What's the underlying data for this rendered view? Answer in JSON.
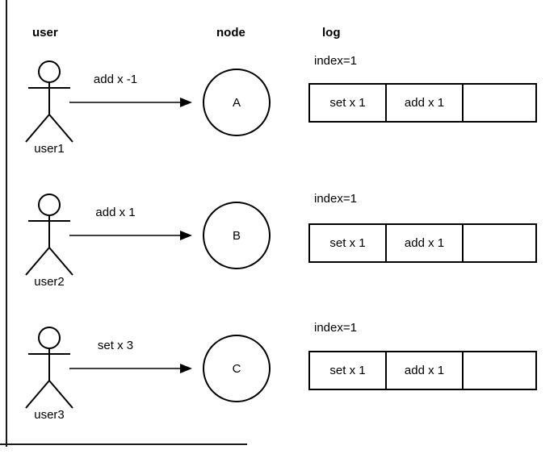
{
  "headers": {
    "user": "user",
    "node": "node",
    "log": "log"
  },
  "rows": [
    {
      "user_label": "user1",
      "command": "add x -1",
      "node": "A",
      "log_index": "index=1",
      "log_cells": [
        "set x 1",
        "add x 1",
        ""
      ]
    },
    {
      "user_label": "user2",
      "command": "add x 1",
      "node": "B",
      "log_index": "index=1",
      "log_cells": [
        "set x 1",
        "add x 1",
        ""
      ]
    },
    {
      "user_label": "user3",
      "command": "set x 3",
      "node": "C",
      "log_index": "index=1",
      "log_cells": [
        "set x 1",
        "add x 1",
        ""
      ]
    }
  ],
  "colors": {
    "stroke": "#000000",
    "background": "#ffffff"
  }
}
